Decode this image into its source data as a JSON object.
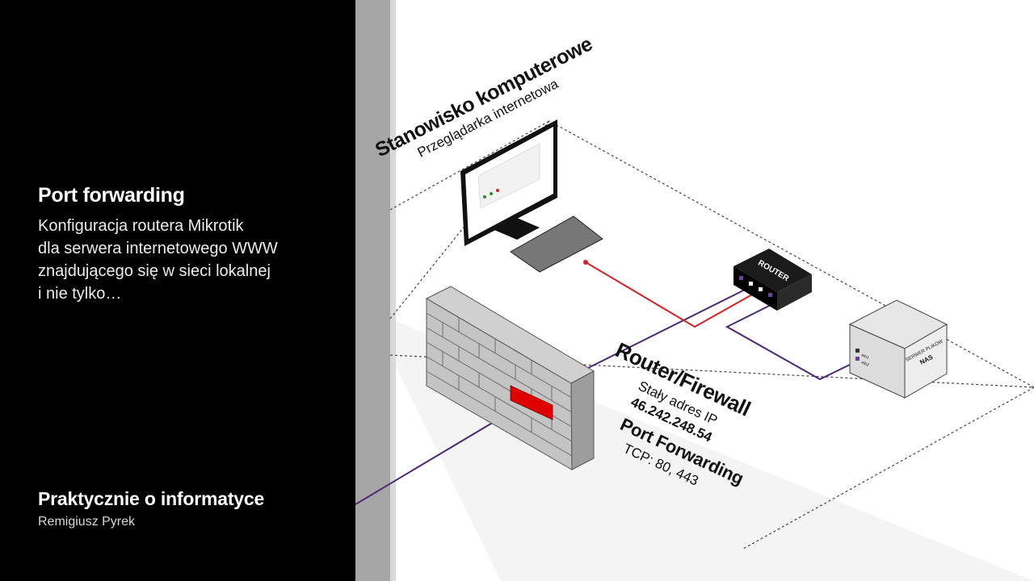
{
  "sidebar": {
    "title": "Port forwarding",
    "description_lines": [
      "Konfiguracja routera Mikrotik",
      "dla serwera internetowego WWW",
      "znajdującego się w sieci lokalnej",
      "i nie tylko…"
    ],
    "channel": "Praktycznie o informatyce",
    "author": "Remigiusz Pyrek"
  },
  "diagram": {
    "workstation": {
      "title": "Stanowisko komputerowe",
      "subtitle": "Przeglądarka internetowa"
    },
    "router": {
      "box_label": "ROUTER",
      "heading": "Router/Firewall",
      "ip_label": "Stały adres IP",
      "ip_address": "46.242.248.54",
      "pf_heading": "Port Forwarding",
      "pf_ports": "TCP: 80, 443"
    },
    "nas": {
      "label_small": "SERWER PLIKÓW",
      "label_big": "NAS",
      "port1": "eth1",
      "port2": "eth2"
    },
    "colors": {
      "cable_wan": "#4a2a78",
      "cable_lan": "#d42020",
      "firewall_port": "#e00000",
      "wall_gray": "#a6a6a6"
    }
  }
}
